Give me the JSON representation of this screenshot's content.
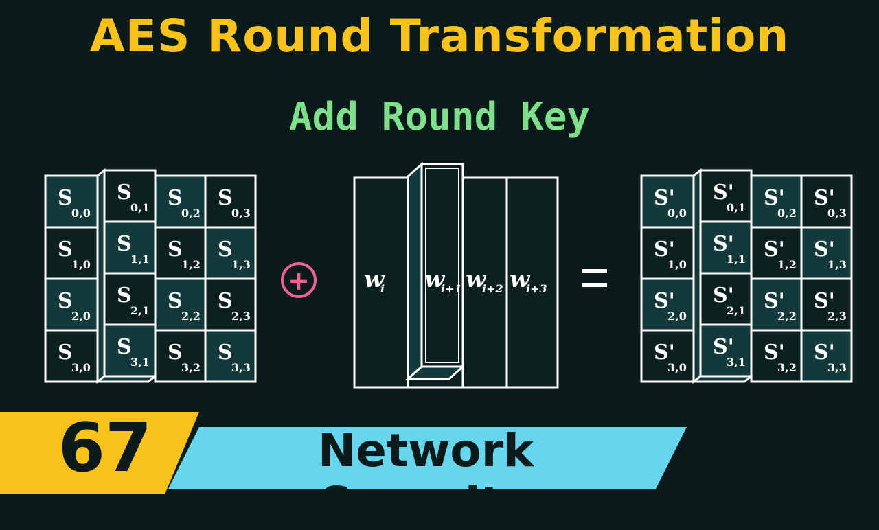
{
  "header": {
    "title": "AES Round Transformation",
    "subtitle": "Add Round Key"
  },
  "diagram": {
    "state_labels": [
      [
        "S0,0",
        "S0,1",
        "S0,2",
        "S0,3"
      ],
      [
        "S1,0",
        "S1,1",
        "S1,2",
        "S1,3"
      ],
      [
        "S2,0",
        "S2,1",
        "S2,2",
        "S2,3"
      ],
      [
        "S3,0",
        "S3,1",
        "S3,2",
        "S3,3"
      ]
    ],
    "key_words": [
      "w_i",
      "w_(i+1)",
      "w_(i+2)",
      "w_(i+3)"
    ],
    "result_labels": [
      [
        "S'0,0",
        "S'0,1",
        "S'0,2",
        "S'0,3"
      ],
      [
        "S'1,0",
        "S'1,1",
        "S'1,2",
        "S'1,3"
      ],
      [
        "S'2,0",
        "S'2,1",
        "S'2,2",
        "S'2,3"
      ],
      [
        "S'3,0",
        "S'3,1",
        "S'3,2",
        "S'3,3"
      ]
    ],
    "operator_xor": "⊕",
    "operator_equals": "=",
    "colors": {
      "cell_dark": "#0d2020",
      "cell_alt": "#14393a",
      "xor": "#f06292",
      "title": "#f7c21b",
      "subtitle": "#7ee08a",
      "banner": "#f7c21b",
      "banner2": "#66d6ef"
    }
  },
  "footer": {
    "episode_number": "67",
    "series_title": "Network Security"
  }
}
